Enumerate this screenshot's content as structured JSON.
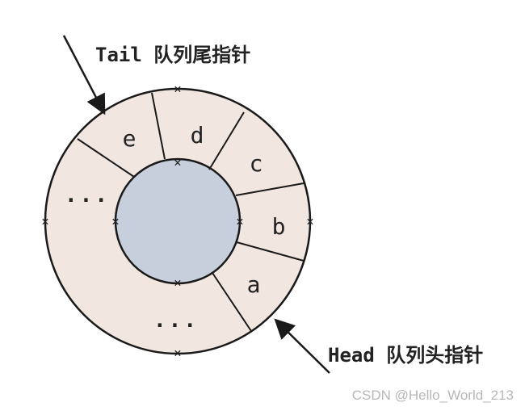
{
  "labels": {
    "tail": "Tail 队列尾指针",
    "head": "Head 队列头指针"
  },
  "segments": {
    "e": "e",
    "d": "d",
    "c": "c",
    "b": "b",
    "a": "a",
    "dots_left": "...",
    "dots_bottom": "..."
  },
  "watermark": "CSDN @Hello_World_213",
  "colors": {
    "ring_fill": "#f2e6e0",
    "inner_fill": "#c7cfdd",
    "outline": "#1a1a1a",
    "background": "#ffffff"
  }
}
